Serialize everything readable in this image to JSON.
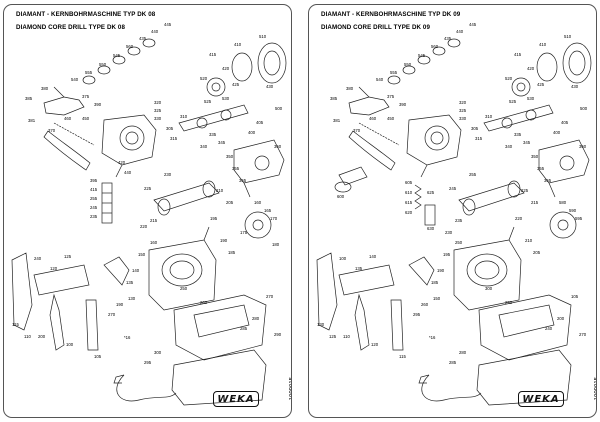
{
  "sheets": [
    {
      "title_line1": "DIAMANT - KERNBOHRMASCHINE TYP DK 08",
      "title_line2": "DIAMOND CORE DRILL TYPE DK 08",
      "side_code": "1009015",
      "logo_text": "WEKA",
      "labels": [
        "385",
        "380",
        "381",
        "370",
        "460",
        "450",
        "375",
        "390",
        "540",
        "555",
        "550",
        "545",
        "560",
        "435",
        "440",
        "445",
        "410",
        "415",
        "420",
        "425",
        "430",
        "520",
        "525",
        "530",
        "510",
        "500",
        "405",
        "400",
        "320",
        "325",
        "330",
        "305",
        "310",
        "315",
        "335",
        "340",
        "345",
        "350",
        "355",
        "365",
        "360",
        "160",
        "165",
        "170",
        "175",
        "180",
        "420",
        "440",
        "395",
        "415",
        "255",
        "245",
        "235",
        "230",
        "225",
        "215",
        "220",
        "210",
        "205",
        "195",
        "190",
        "185",
        "150",
        "140",
        "135",
        "130",
        "125",
        "120",
        "115",
        "110",
        "100",
        "105",
        "200",
        "240",
        "270",
        "280",
        "285",
        "290",
        "300",
        "295",
        "260",
        "250",
        "270",
        "190",
        "160"
      ],
      "marks": [
        "*16"
      ]
    },
    {
      "title_line1": "DIAMANT - KERNBOHRMASCHINE TYP DK 09",
      "title_line2": "DIAMOND CORE DRILL TYPE DK 09",
      "side_code": "1009015",
      "logo_text": "WEKA",
      "labels": [
        "385",
        "380",
        "381",
        "370",
        "460",
        "450",
        "375",
        "390",
        "540",
        "555",
        "550",
        "545",
        "560",
        "435",
        "440",
        "445",
        "410",
        "415",
        "420",
        "425",
        "430",
        "520",
        "525",
        "530",
        "510",
        "500",
        "405",
        "400",
        "320",
        "325",
        "330",
        "305",
        "310",
        "315",
        "335",
        "340",
        "345",
        "350",
        "355",
        "365",
        "360",
        "600",
        "605",
        "610",
        "615",
        "620",
        "625",
        "630",
        "580",
        "590",
        "595",
        "255",
        "245",
        "235",
        "230",
        "225",
        "215",
        "220",
        "210",
        "205",
        "195",
        "190",
        "185",
        "150",
        "140",
        "135",
        "130",
        "125",
        "120",
        "115",
        "110",
        "100",
        "105",
        "200",
        "240",
        "270",
        "280",
        "285",
        "290",
        "300",
        "295",
        "260",
        "250"
      ],
      "marks": [
        "*16"
      ]
    }
  ]
}
